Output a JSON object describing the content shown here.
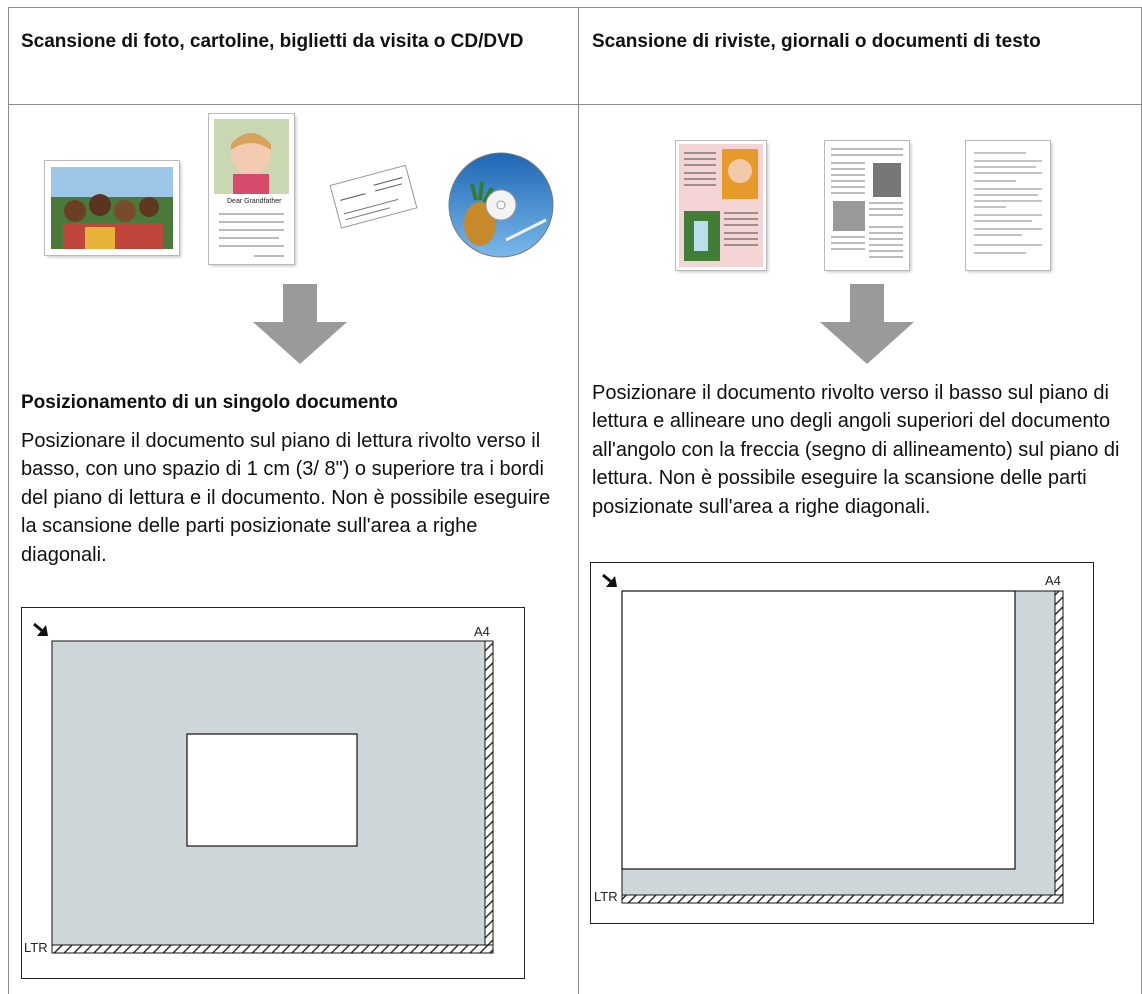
{
  "left": {
    "header": "Scansione di foto, cartoline, biglietti da visita o CD/DVD",
    "subheading": "Posizionamento di un singolo documento",
    "paragraph": "Posizionare il documento sul piano di lettura rivolto verso il basso, con uno spazio di 1 cm (3/ 8\") o superiore tra i bordi del piano di lettura e il documento. Non è possibile eseguire la scansione delle parti posizionate sull'area a righe diagonali.",
    "thumbnails": [
      "photo-thumbnail",
      "postcard-thumbnail",
      "business-card-thumbnail",
      "cd-dvd-thumbnail"
    ],
    "postcard_text": "Dear Grandfather",
    "diagram": {
      "size_a4": "A4",
      "size_ltr": "LTR"
    }
  },
  "right": {
    "header": "Scansione di riviste, giornali o documenti di testo",
    "paragraph": "Posizionare il documento rivolto verso il basso sul piano di lettura e allineare uno degli angoli superiori del documento all'angolo con la freccia (segno di allineamento) sul piano di lettura. Non è possibile eseguire la scansione delle parti posizionate sull'area a righe diagonali.",
    "thumbnails": [
      "magazine-thumbnail",
      "newspaper-thumbnail",
      "text-document-thumbnail"
    ],
    "diagram": {
      "size_a4": "A4",
      "size_ltr": "LTR"
    }
  },
  "colors": {
    "arrow": "#9a9a9a",
    "document_area": "#cfd6da",
    "border": "#8c8c8c"
  }
}
